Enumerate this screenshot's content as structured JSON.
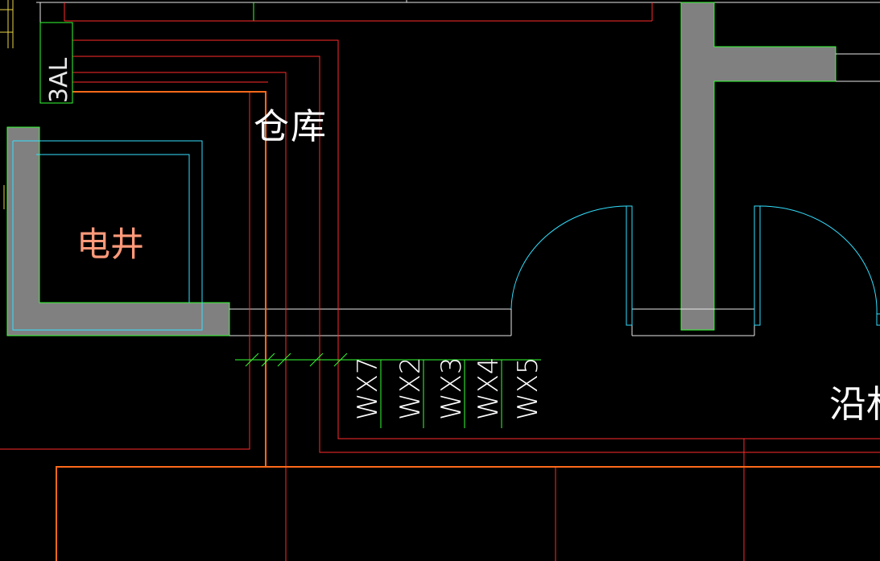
{
  "drawing": {
    "panel_label": "3AL",
    "rooms": {
      "warehouse": "仓库",
      "electric_shaft": "电井",
      "partial_right": "沿札"
    },
    "circuits": [
      "WX7",
      "WX2",
      "WX3",
      "WX4",
      "WX5"
    ]
  },
  "colors": {
    "background": "#000000",
    "wall_fill": "#808080",
    "wall_outline": "#33ff33",
    "wire_red": "#ff2a2a",
    "wire_orange": "#ff6a1a",
    "door_cyan": "#33e0ff",
    "white_line": "#e8e8e8",
    "yellow_line": "#e8d44a",
    "label_green": "#33ff33",
    "room_text": "#ffffff",
    "shaft_text": "#ff9a7a"
  }
}
